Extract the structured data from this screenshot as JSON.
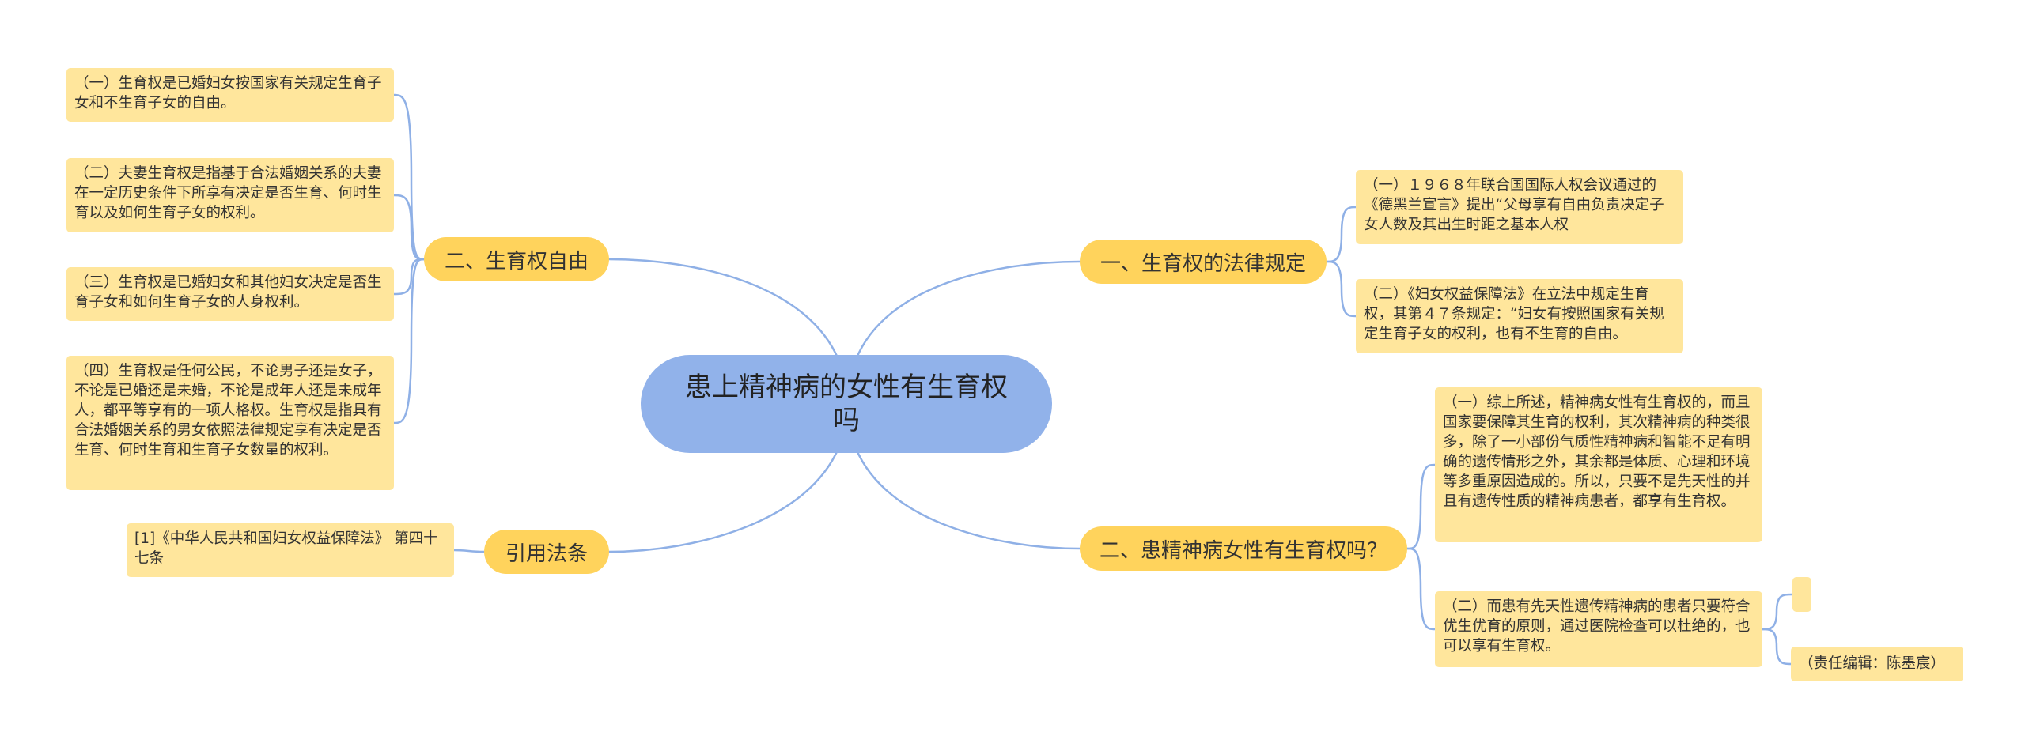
{
  "colors": {
    "root_fill": "#91b2ea",
    "branch_fill": "#ffd35c",
    "leaf_fill": "#ffe69c",
    "connector": "#8fb0e6"
  },
  "root": {
    "title": "患上精神病的女性有生育权吗"
  },
  "branches": [
    {
      "id": "b_freedom",
      "label": "二、生育权自由",
      "leaves": [
        "（一）生育权是已婚妇女按国家有关规定生育子女和不生育子女的自由。",
        "（二）夫妻生育权是指基于合法婚姻关系的夫妻在一定历史条件下所享有决定是否生育、何时生育以及如何生育子女的权利。",
        "（三）生育权是已婚妇女和其他妇女决定是否生育子女和如何生育子女的人身权利。",
        "（四）生育权是任何公民，不论男子还是女子，不论是已婚还是未婚，不论是成年人还是未成年人，都平等享有的一项人格权。生育权是指具有合法婚姻关系的男女依照法律规定享有决定是否生育、何时生育和生育子女数量的权利。"
      ]
    },
    {
      "id": "b_citation",
      "label": "引用法条",
      "leaves": [
        "[1]《中华人民共和国妇女权益保障法》 第四十七条"
      ]
    },
    {
      "id": "b_legal",
      "label": "一、生育权的法律规定",
      "leaves": [
        "（一）１９６８年联合国国际人权会议通过的《德黑兰宣言》提出“父母享有自由负责决定子女人数及其出生时距之基本人权",
        "（二）《妇女权益保障法》在立法中规定生育权，其第４７条规定：“妇女有按照国家有关规定生育子女的权利，也有不生育的自由。"
      ]
    },
    {
      "id": "b_mental",
      "label": "二、患精神病女性有生育权吗？",
      "leaves": [
        "（一）综上所述，精神病女性有生育权的，而且国家要保障其生育的权利，其次精神病的种类很多，除了一小部份气质性精神病和智能不足有明确的遗传情形之外，其余都是体质、心理和环境等多重原因造成的。所以，只要不是先天性的并且有遗传性质的精神病患者，都享有生育权。",
        "（二）而患有先天性遗传精神病的患者只要符合优生优育的原则，通过医院检查可以杜绝的，也可以享有生育权。"
      ],
      "sub_leaves": [
        "",
        "（责任编辑：陈墨宸）"
      ]
    }
  ]
}
